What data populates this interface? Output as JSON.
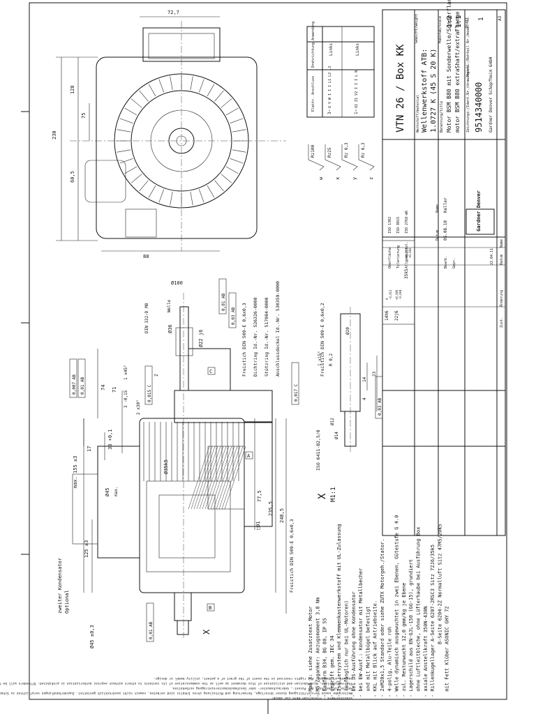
{
  "title_block": {
    "title": "VTN 26 / Box KK",
    "material_label": "Werkstoff/material",
    "material_line1": "Wellenwerkstoff ATB:",
    "material_line2": "1.0727 K (45 S 20 K)",
    "designation_label": "Benennung/title",
    "designation_line1": "Motor BSM B80 mit Sonderwelle/Sonderflansch",
    "designation_line2": "motor BSM B80 extraShaft/extraFlange",
    "drawing_no_label": "Zeichnungs-/Ident.Nr./drawing-no.",
    "drawing_no": "9514340000",
    "model_label": "Modell-/Rohteil Nr./model-no.",
    "sheet_label": "Blatt",
    "sheet": "1",
    "weight_label": "Gewicht/weight",
    "scale_label": "Maßstab/scale",
    "scale_values": [
      "1:2",
      "1:1"
    ],
    "format": "A3",
    "company_brand": "Gardner Denver",
    "company": "Gardner Denver Schopfheim GmbH",
    "changes_header": [
      "Zust.",
      "Änderung",
      "Datum",
      "Name"
    ],
    "change_row": "22.04.11",
    "edit_label": "Bearb.",
    "edit_date": "05.08.10",
    "edit_name": "Keller",
    "check_label": "Gepr.",
    "date_label": "Datum",
    "name_label": "Name",
    "standards": [
      "ISO 1302",
      "ISO 8015",
      "ISO 2768-mK"
    ],
    "surface_label": "Oberfläche",
    "tolerance_label": "Tolerierung",
    "general_tol_label": "Allgemeintol."
  },
  "fits_table": [
    {
      "fit": "14h6",
      "values": [
        "0",
        "-0,011"
      ]
    },
    {
      "fit": "22j6",
      "values": [
        "+0,009",
        "-0,004"
      ]
    },
    {
      "fit": "35k5",
      "values": [
        "+0,013",
        "+0,002"
      ]
    }
  ],
  "connection_table": {
    "col_headers": [
      "Elektr. Anschluss",
      "Drehrichtung Anwendung"
    ],
    "rows": [
      {
        "phase": "3~",
        "terms": "U  V  W\nI  I  I\nL1 L2 L3",
        "rotation": "Links"
      },
      {
        "phase": "1~",
        "terms": "U1 Z1 V2\nI  I  I\nL     N",
        "rotation": "Links"
      }
    ]
  },
  "surface_symbols": [
    {
      "letter": "w",
      "value": "Rz100"
    },
    {
      "letter": "x",
      "value": "Rz25"
    },
    {
      "letter": "y",
      "value": "Rz 6,3"
    },
    {
      "letter": "z",
      "value": "Rz 6,3"
    }
  ],
  "dimensions": {
    "top_view": [
      "72,7",
      "128",
      "75",
      "230",
      "60,5",
      "88"
    ],
    "main_view": [
      "max. 155 ±3",
      "125 ±3",
      "38 +0,1",
      "17",
      "74",
      "71",
      "2 x30°",
      "3 -0,15",
      "1 x45°",
      "77,5",
      "235,5",
      "248,5",
      "□91",
      "Ø35k5",
      "Ø45",
      "max.",
      "Ø100",
      "Ø22 j6",
      "Ø36",
      "Ø45 ±0,3",
      "X",
      "Z"
    ],
    "detail_view": [
      "1 x15°",
      "R 0,2",
      "Ø20",
      "Ø12",
      "Ø14",
      "14",
      "23",
      "4"
    ],
    "tolerance_frames": [
      "0,007 AB",
      "0,01 AB",
      "0,015 C",
      "0,017 C",
      "0,03 AB",
      "0,01 AB",
      "0,01 AB",
      "0,03 AB"
    ],
    "datums": [
      "A",
      "B",
      "C"
    ]
  },
  "callouts": [
    "DIN 332-D M8",
    "Welle",
    "Freistich DIN 509-E 0,6x0,3",
    "Dichtring Id.-Nr. 526326-0000",
    "Stützring Id.-Nr. 517084-0000",
    "Anschlussdeckel Id.-Nr. 530359-0000",
    "Freistich DIN 509-E 0,6x0,2",
    "ISO 6411-B2,5/8",
    "Freistich DIN 509-E 0,6x0,3",
    "zweiter Kondensator",
    "Optional"
  ],
  "detail_label": "X",
  "detail_scale": "M1:1",
  "notes": [
    "- Maß X: siehe Zusatztext Motor",
    "- M5-Zuganker: Anzugsmoment 3,8 Nm",
    "- Bauform B34, BG 80, IP 55",
    "- geprüft gem. IEC 34",
    "- Isoliersystem und Klemmenkastenwerkstoff mit UL-Zulassung",
    "  (anfänglich nur bei UL-Motoren)",
    "- bei DS-Ausführung ohne Kondensator",
    "- bei EW-Ausf.: Kondensator mit Metallbecher",
    "  und mit Metallbügel befestigt",
    "- KKL mit Blick auf Antriebseite.",
    "- 2xM20x1,5 Standard oder siehe ZUTX Motorgeh./Stator.",
    "- 4-polig, Alu-Teile roh",
    "- Welle dynamisch ausgewuchtet in zwei Ebenen, Gütestufe G 4.0",
    "- zul. Restunwucht 12,0 gmm/kg je Ebene",
    "- Lagerschild aus EN-GJL-150 (GG-15), grundiert",
    "  ohne Luftleitbleche, ohne Lüfterhaube bei Ausführung Box",
    "- axiale Anstellkraft 350N-430N",
    "- Rillenkugellager A-Seite 6207-2RSC3 Sitz 72J6/35k5",
    "                  B-Seite 6204-2Z Normalluft Sitz 47M5/20k5",
    "  mit Fett Klüber ASONIC GHY 72"
  ],
  "copyright_lines": [
    "Schutzvermerk / Protection mark ISO 16016:",
    "Weitergabe sowie Vervielfältigung dieser Unterlage, Verwertung und Mitteilung ihres Inhalts sind verboten, soweit nicht ausdrücklich gestattet. Zuwiderhandlungen verpflichten zu Schadenersatz. Alle",
    "Rechte für den Fall der Patent-, Gebrauchsmuster- oder Geschmacksmustereintragung vorbehalten.",
    "The reproduction, distribution and utilization of this document as well as the communication of its contents to others without express authorization is prohibited. Offenders will be held liable for the",
    "payment of damages. All rights reserved in the event of the grant of a patent, utility model or design."
  ]
}
